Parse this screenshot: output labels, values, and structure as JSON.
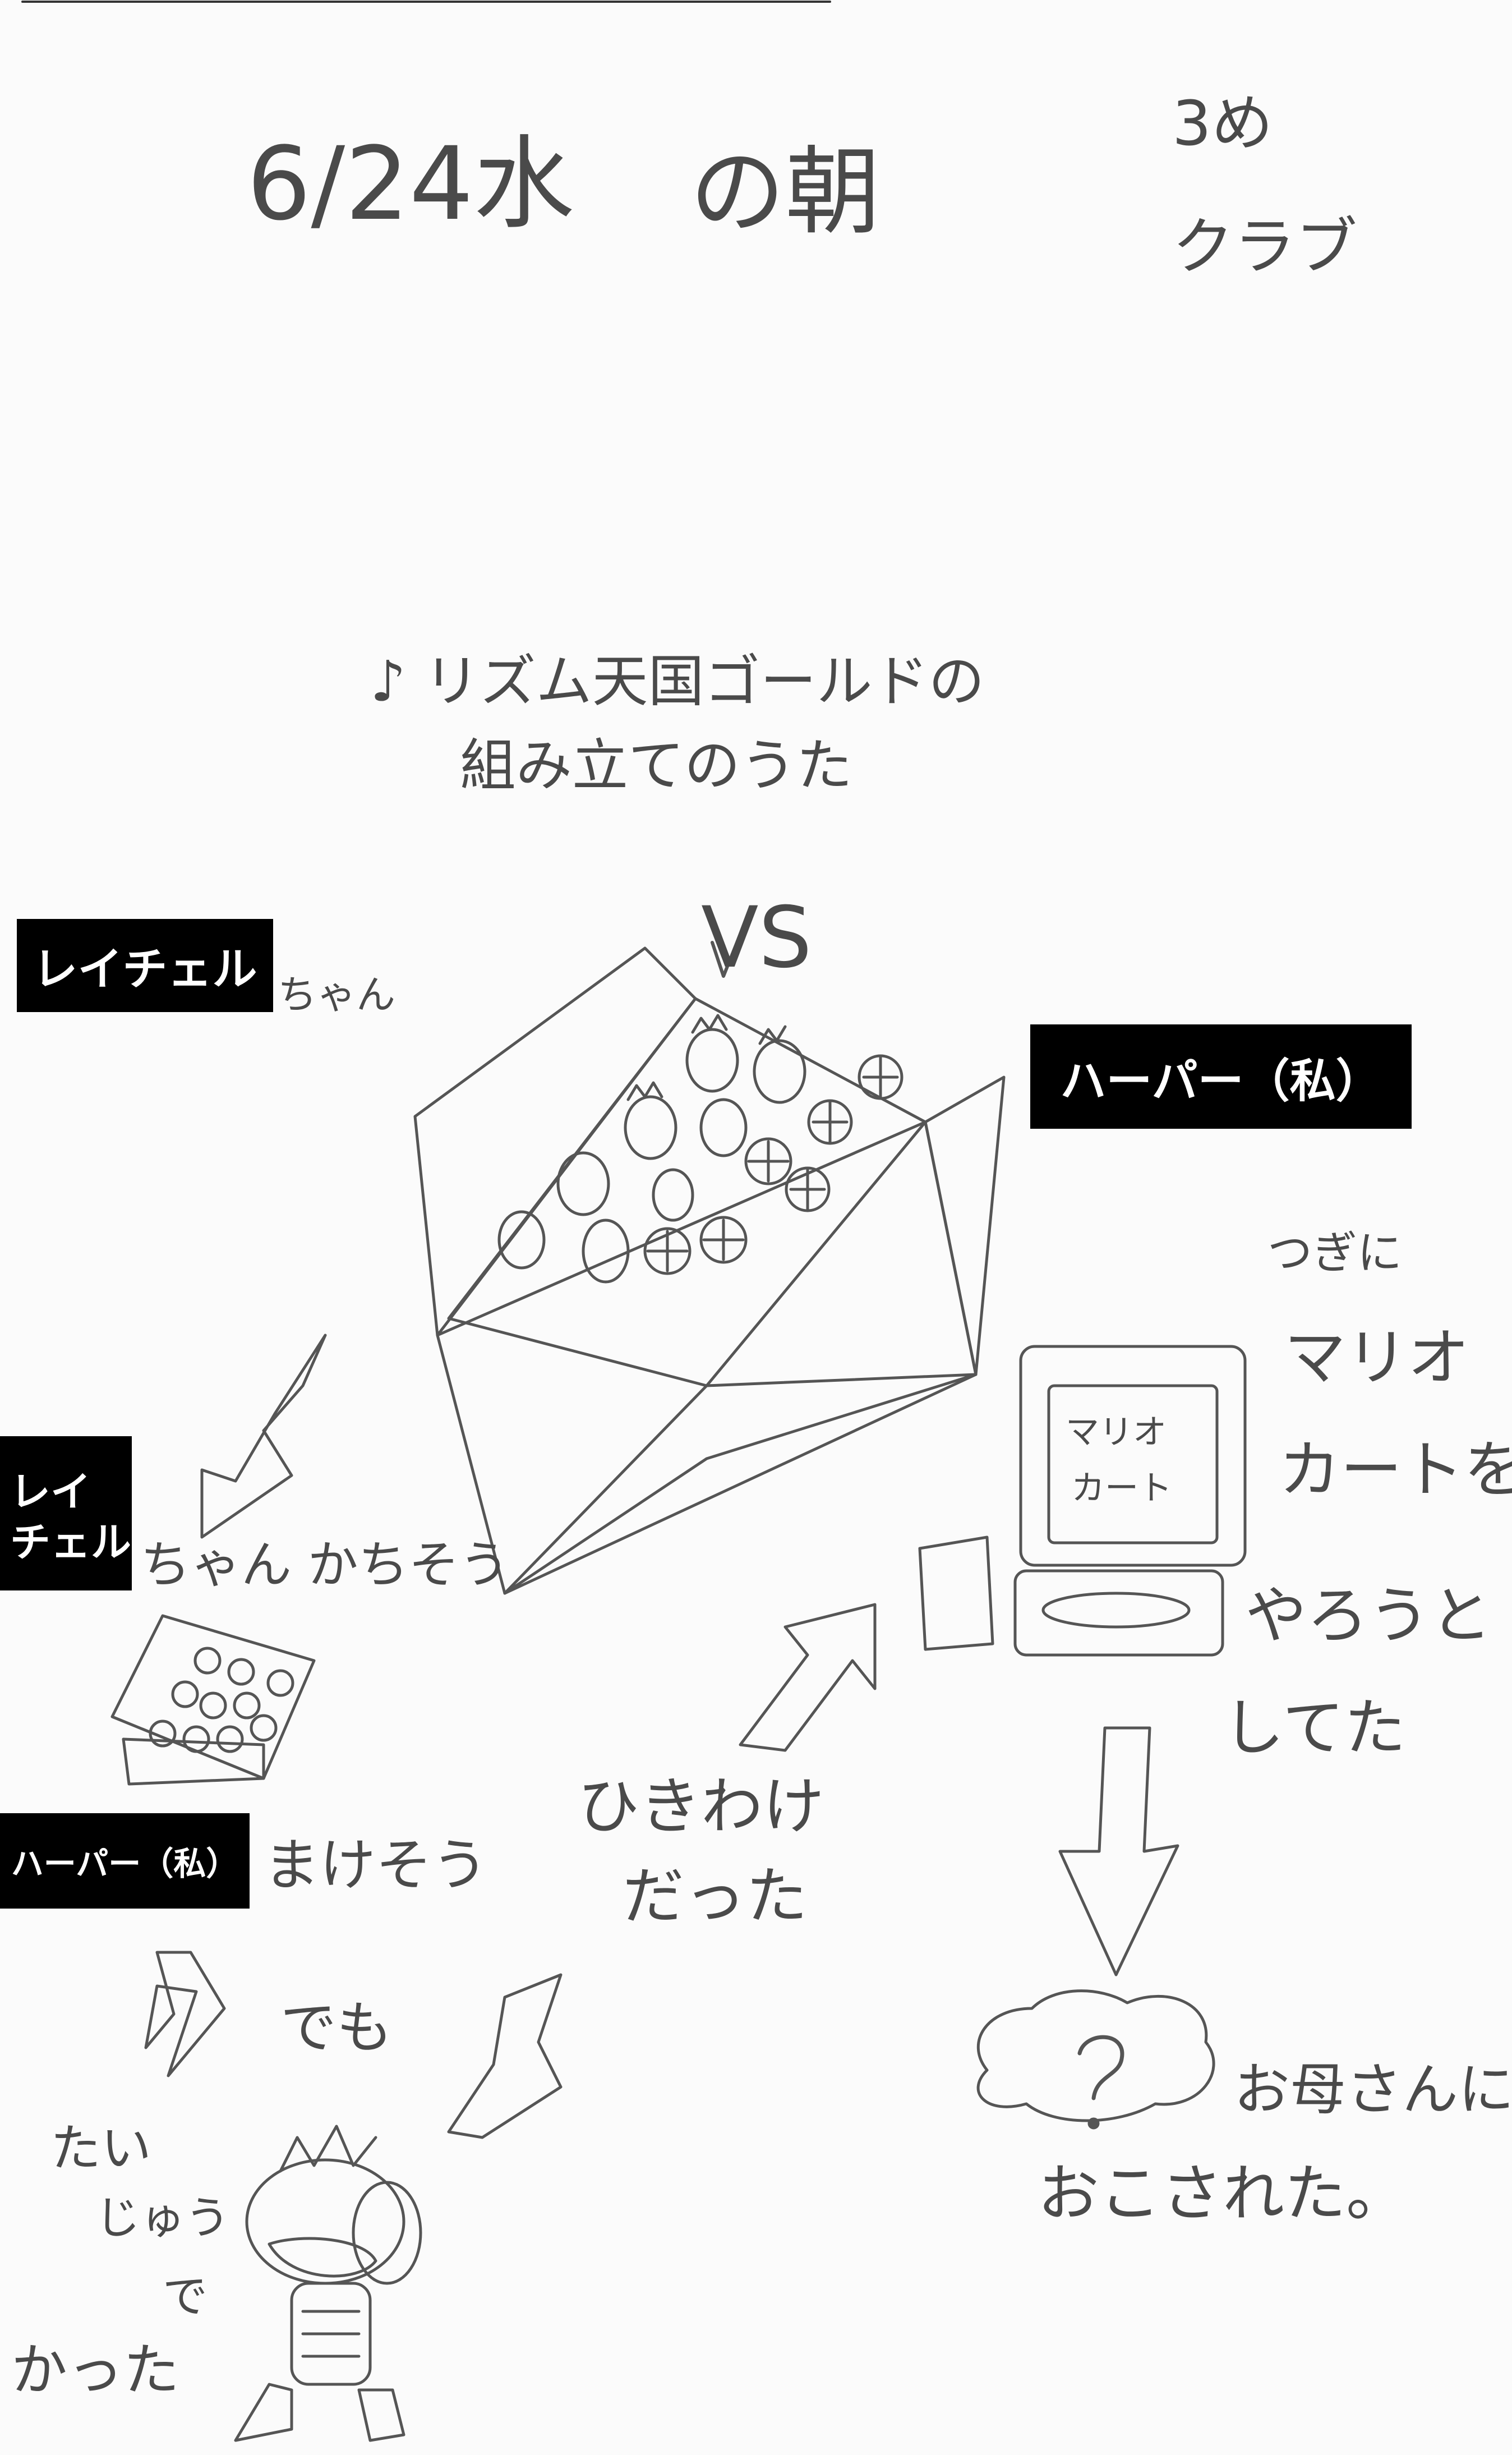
{
  "header": {
    "date": "6/24水",
    "time_of_day": "の朝",
    "grade": "3め",
    "class": "クラブ"
  },
  "song_title": {
    "line1": "♪ リズム天国ゴールドの",
    "line2": "組み立てのうた"
  },
  "versus": "VS",
  "labels": {
    "rachel": "レイチェル",
    "rachel_two_line": "レイ\nチェル",
    "harper": "ハーパー（私）",
    "harper_small": "ハーパー（私）"
  },
  "captions": {
    "chan_1": "ちゃん",
    "chan_winning": "ちゃん かちそう",
    "losing": "まけそう",
    "but": "でも",
    "tired": [
      "たい",
      "じゅう",
      "で",
      "かった"
    ],
    "draw": [
      "ひきわけ",
      "だった"
    ],
    "next": [
      "つぎに",
      "マリオ",
      "カートを",
      "やろうと",
      "してた"
    ],
    "mom": [
      "お母さんに",
      "おこされた。"
    ],
    "screen": [
      "マリオ",
      "カート"
    ]
  },
  "colors": {
    "pencil": "#555555",
    "label_bg": "#000000",
    "label_fg": "#ffffff",
    "paper": "#fbfbfb"
  }
}
